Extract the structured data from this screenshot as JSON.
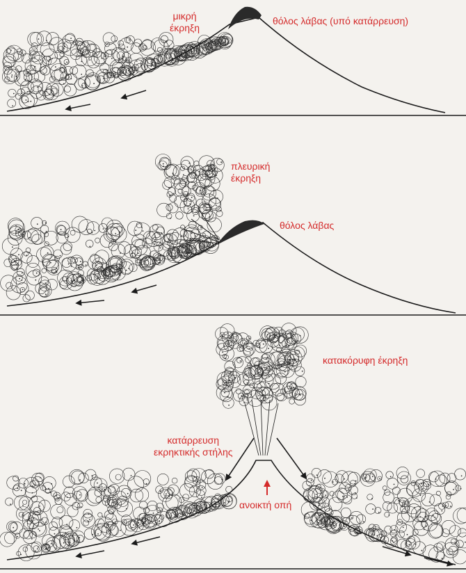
{
  "panels": [
    {
      "labels": {
        "small_eruption_l1": "μικρή",
        "small_eruption_l2": "έκρηξη",
        "dome_collapse": "θόλος λάβας (υπό κατάρρευση)"
      }
    },
    {
      "labels": {
        "lateral_eruption_l1": "πλευρική",
        "lateral_eruption_l2": "έκρηξη",
        "lava_dome": "θόλος λάβας"
      }
    },
    {
      "labels": {
        "vertical_eruption": "κατακόρυφη έκρηξη",
        "column_collapse_l1": "κατάρρευση",
        "column_collapse_l2": "εκρηκτικής στήλης",
        "open_vent": "ανοικτή οπή"
      }
    }
  ],
  "colors": {
    "label": "#d42a2a",
    "ink": "#1a1a1a",
    "paper": "#f4f2ee"
  }
}
